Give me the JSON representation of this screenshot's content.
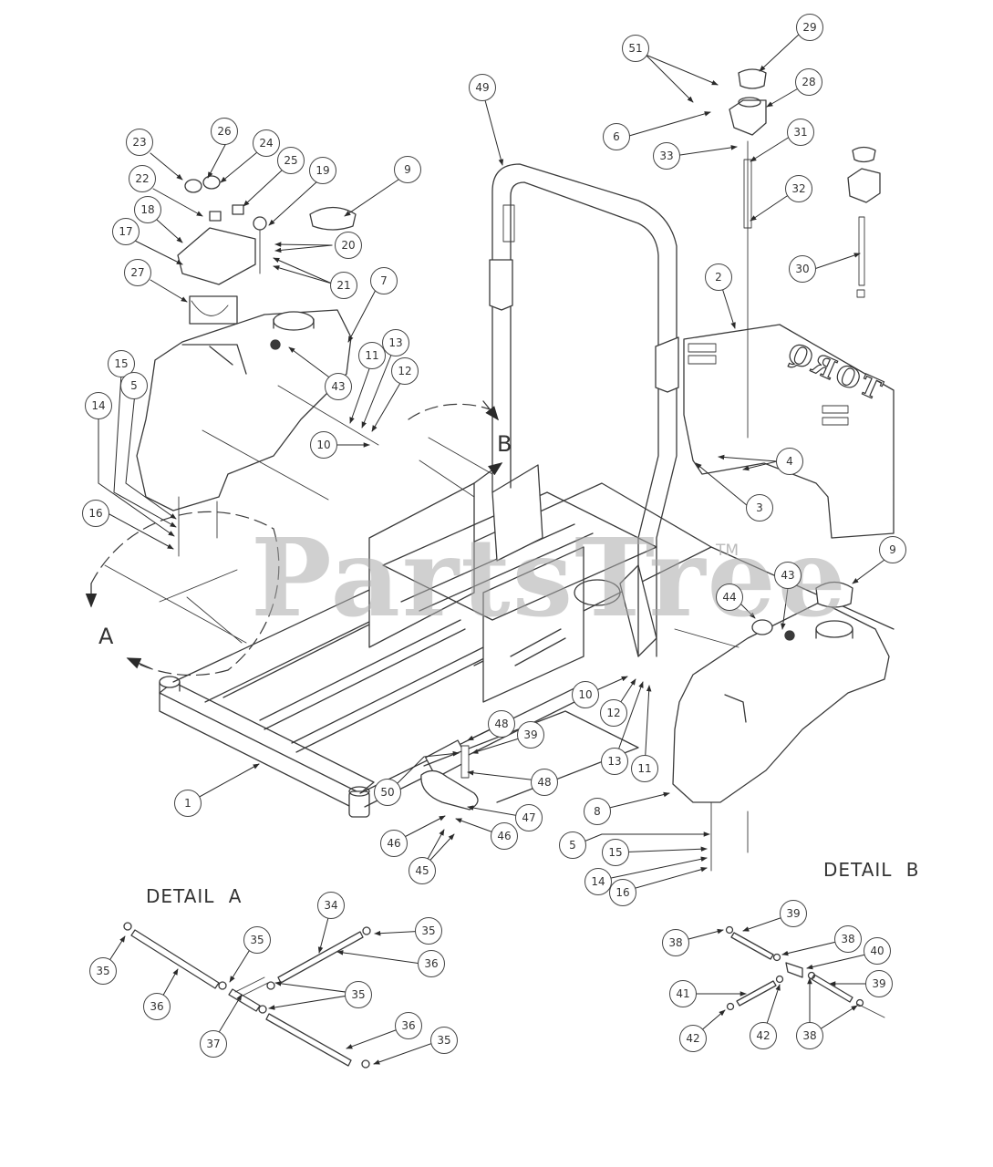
{
  "diagram": {
    "type": "exploded-parts-diagram",
    "watermark": "PartsTree",
    "watermark_tm": "TM",
    "brand_text_on_panel": "TORQ",
    "view_markers": {
      "a": "A",
      "b": "B"
    },
    "details": {
      "a": {
        "title": "DETAIL A"
      },
      "b": {
        "title": "DETAIL B"
      }
    },
    "callouts": [
      {
        "id": "c51",
        "label": "51"
      },
      {
        "id": "c29",
        "label": "29"
      },
      {
        "id": "c28",
        "label": "28"
      },
      {
        "id": "c6",
        "label": "6"
      },
      {
        "id": "c33",
        "label": "33"
      },
      {
        "id": "c31",
        "label": "31"
      },
      {
        "id": "c32",
        "label": "32"
      },
      {
        "id": "c30",
        "label": "30"
      },
      {
        "id": "c49",
        "label": "49"
      },
      {
        "id": "c2",
        "label": "2"
      },
      {
        "id": "c4",
        "label": "4"
      },
      {
        "id": "c3",
        "label": "3"
      },
      {
        "id": "c9a",
        "label": "9"
      },
      {
        "id": "c9b",
        "label": "9"
      },
      {
        "id": "c23",
        "label": "23"
      },
      {
        "id": "c26",
        "label": "26"
      },
      {
        "id": "c24",
        "label": "24"
      },
      {
        "id": "c25",
        "label": "25"
      },
      {
        "id": "c22",
        "label": "22"
      },
      {
        "id": "c19",
        "label": "19"
      },
      {
        "id": "c18",
        "label": "18"
      },
      {
        "id": "c17",
        "label": "17"
      },
      {
        "id": "c20",
        "label": "20"
      },
      {
        "id": "c21",
        "label": "21"
      },
      {
        "id": "c27",
        "label": "27"
      },
      {
        "id": "c7",
        "label": "7"
      },
      {
        "id": "c43a",
        "label": "43"
      },
      {
        "id": "c43b",
        "label": "43"
      },
      {
        "id": "c11a",
        "label": "11"
      },
      {
        "id": "c13a",
        "label": "13"
      },
      {
        "id": "c12a",
        "label": "12"
      },
      {
        "id": "c10a",
        "label": "10"
      },
      {
        "id": "c15a",
        "label": "15"
      },
      {
        "id": "c5a",
        "label": "5"
      },
      {
        "id": "c14a",
        "label": "14"
      },
      {
        "id": "c16a",
        "label": "16"
      },
      {
        "id": "c44",
        "label": "44"
      },
      {
        "id": "c10b",
        "label": "10"
      },
      {
        "id": "c12b",
        "label": "12"
      },
      {
        "id": "c13b",
        "label": "13"
      },
      {
        "id": "c11b",
        "label": "11"
      },
      {
        "id": "c8",
        "label": "8"
      },
      {
        "id": "c5b",
        "label": "5"
      },
      {
        "id": "c15b",
        "label": "15"
      },
      {
        "id": "c14b",
        "label": "14"
      },
      {
        "id": "c16b",
        "label": "16"
      },
      {
        "id": "c1",
        "label": "1"
      },
      {
        "id": "c48a",
        "label": "48"
      },
      {
        "id": "c39m",
        "label": "39"
      },
      {
        "id": "c48b",
        "label": "48"
      },
      {
        "id": "c50",
        "label": "50"
      },
      {
        "id": "c47",
        "label": "47"
      },
      {
        "id": "c46a",
        "label": "46"
      },
      {
        "id": "c46b",
        "label": "46"
      },
      {
        "id": "c45",
        "label": "45"
      },
      {
        "id": "c34",
        "label": "34"
      },
      {
        "id": "c35a",
        "label": "35"
      },
      {
        "id": "c35b",
        "label": "35"
      },
      {
        "id": "c35c",
        "label": "35"
      },
      {
        "id": "c35d",
        "label": "35"
      },
      {
        "id": "c35e",
        "label": "35"
      },
      {
        "id": "c36a",
        "label": "36"
      },
      {
        "id": "c36b",
        "label": "36"
      },
      {
        "id": "c36c",
        "label": "36"
      },
      {
        "id": "c37",
        "label": "37"
      },
      {
        "id": "c39a",
        "label": "39"
      },
      {
        "id": "c39b",
        "label": "39"
      },
      {
        "id": "c38a",
        "label": "38"
      },
      {
        "id": "c38b",
        "label": "38"
      },
      {
        "id": "c38c",
        "label": "38"
      },
      {
        "id": "c40",
        "label": "40"
      },
      {
        "id": "c41",
        "label": "41"
      },
      {
        "id": "c42a",
        "label": "42"
      },
      {
        "id": "c42b",
        "label": "42"
      }
    ]
  }
}
